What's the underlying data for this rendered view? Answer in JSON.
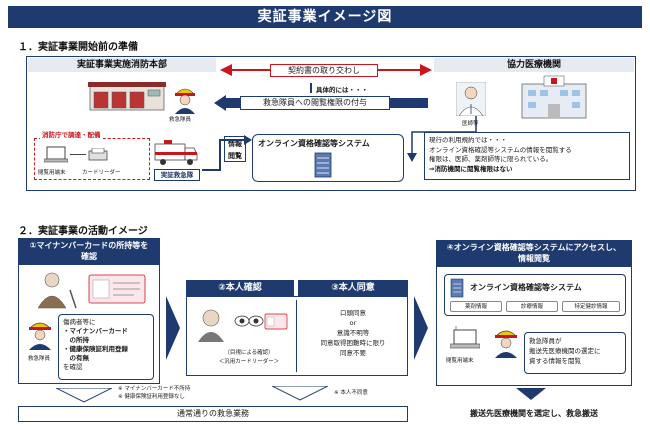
{
  "title": "実証事業イメージ図",
  "section1": {
    "heading": "１．実証事業開始前の準備",
    "fire_hq_title": "実証事業実施消防本部",
    "hospital_title": "協力医療機関",
    "contract_label": "契約書の取り交わし",
    "concretely_label": "具体的には・・・",
    "grant_label": "救急隊員への閲覧権限の付与",
    "distribution_label": "消防庁で調達・配備",
    "terminal_label": "閲覧用端末",
    "card_reader_label": "カードリーダー",
    "ambulance_label": "実証救急隊",
    "paramedic_label": "救急隊員",
    "info_view_label": "情報閲覧",
    "system_label": "オンライン資格確認等システム",
    "doctor_label": "医師等",
    "notes": [
      "現行の利用規約では・・・",
      "オンライン資格確認等システムの情報を閲覧する",
      "権限は、医師、薬剤師等に限られている。",
      "⇒消防機関に閲覧権限はない"
    ]
  },
  "section2": {
    "heading": "２．実証事業の活動イメージ",
    "step1_title": "①マイナンバーカードの所持等を確認",
    "step1_items": [
      "傷病者等に",
      "・マイナンバーカード",
      "　の所持",
      "・健康保険証利用登録",
      "　の有無",
      "を確認"
    ],
    "step1_paramedic": "救急隊員",
    "step2_title": "②本人確認",
    "step2_caption": "（目視による確認）",
    "step2_caption2": "＜汎用カードリーダー＞",
    "step3_title": "③本人同意",
    "step3_lines": [
      "口頭同意",
      "or",
      "意識不明等",
      "同意取得困難時に限り",
      "同意不要"
    ],
    "step4_title": "④オンライン資格確認等システムにアクセスし、情報閲覧",
    "step4_system": "オンライン資格確認等システム",
    "step4_tabs": [
      "薬剤情報",
      "診療情報",
      "特定健診情報"
    ],
    "step4_terminal": "閲覧用端末",
    "step4_note": [
      "救急隊員が",
      "搬送先医療機関の選定に",
      "資する情報を閲覧"
    ],
    "footnote1": [
      "※ マイナンバーカード不所持",
      "※ 健康保険証利用登録なし"
    ],
    "footnote2": "※ 本人不同意",
    "usual_label": "通常通りの救急業務",
    "final_label": "搬送先医療機関を選定し、救急搬送"
  },
  "colors": {
    "navy": "#1f3a6e",
    "red": "#c8161d",
    "light_header": "#e6ebf2"
  }
}
